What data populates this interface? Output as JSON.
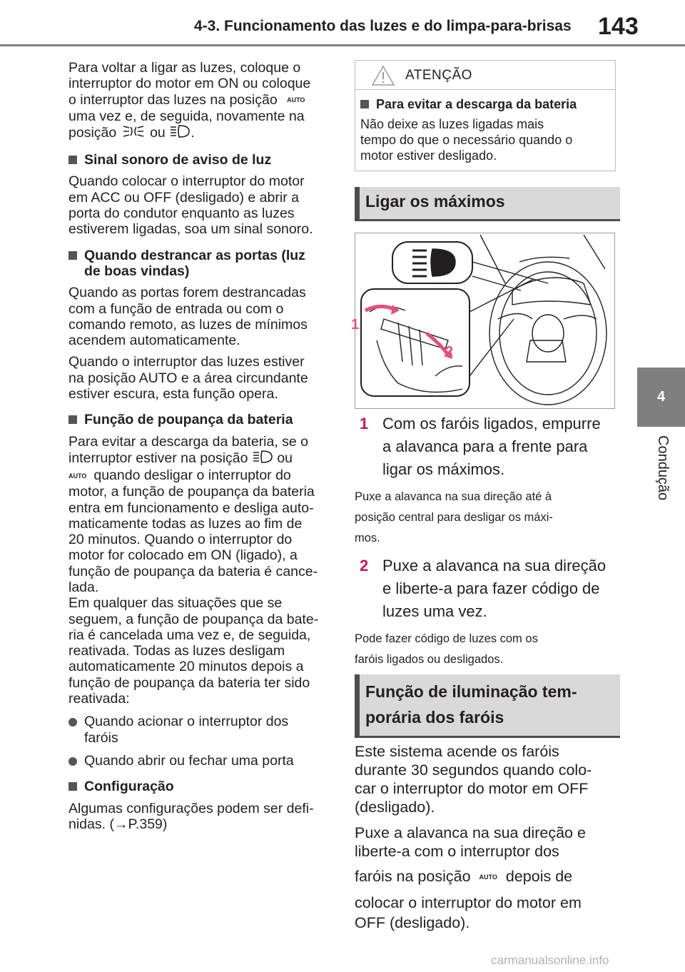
{
  "header": {
    "section_title": "4-3. Funcionamento das luzes e do limpa-para-brisas",
    "page_number": "143"
  },
  "side_tab": {
    "number": "4",
    "label": "Condução"
  },
  "left_column": {
    "intro": {
      "line1": "Para voltar a ligar as luzes, coloque o",
      "line2": "interruptor do motor em ON ou coloque",
      "line3": "o interruptor das luzes na posição",
      "line4": "uma vez e, de seguida, novamente na",
      "line5a": "posição",
      "line5b": "ou",
      "line5c": "."
    },
    "buzzer": {
      "heading": "Sinal sonoro de aviso de luz",
      "l1": "Quando colocar o interruptor do motor",
      "l2": "em ACC ou OFF (desligado) e abrir a",
      "l3": "porta do condutor enquanto as luzes",
      "l4": "estiverem ligadas, soa um sinal sonoro."
    },
    "welcome": {
      "heading_l1": "Quando destrancar as portas (luz",
      "heading_l2": "de boas vindas)",
      "p1_l1": "Quando as portas forem destrancadas",
      "p1_l2": "com a função de entrada ou com o",
      "p1_l3": "comando remoto, as luzes de mínimos",
      "p1_l4": "acendem automaticamente.",
      "p2_l1": "Quando o interruptor das luzes estiver",
      "p2_l2": "na posição AUTO e a área circundante",
      "p2_l3": "estiver escura, esta função opera."
    },
    "battery": {
      "heading": "Função de poupança da bateria",
      "l1": "Para evitar a descarga da bateria, se o",
      "l2a": "interruptor estiver na posição",
      "l2b": "ou",
      "l3": "quando desligar o interruptor do",
      "l4": "motor, a função de poupança da bateria",
      "l5": "entra em funcionamento e desliga auto-",
      "l6": "maticamente todas as luzes ao fim de",
      "l7": "20 minutos. Quando o interruptor do",
      "l8": "motor for colocado em ON (ligado), a",
      "l9": "função de poupança da bateria é cance-",
      "l10": "lada.",
      "l11": "Em qualquer das situações que se",
      "l12": "seguem, a função de poupança da bate-",
      "l13": "ria é cancelada uma vez e, de seguida,",
      "l14": "reativada. Todas as luzes desligam",
      "l15": "automaticamente 20 minutos depois a",
      "l16": "função de poupança da bateria ter sido",
      "l17": "reativada:",
      "bullet1_l1": "Quando acionar o interruptor dos",
      "bullet1_l2": "faróis",
      "bullet2": "Quando abrir ou fechar uma porta"
    },
    "config": {
      "heading": "Configuração",
      "l1": "Algumas configurações podem ser defi-",
      "l2": "nidas. (→P.359)"
    }
  },
  "right_column": {
    "warning": {
      "title": "ATENÇÃO",
      "heading": "Para evitar a descarga da bateria",
      "l1": "Não deixe as luzes ligadas mais",
      "l2": "tempo do que o necessário quando o",
      "l3": "motor estiver desligado."
    },
    "high_beam": {
      "title": "Ligar os máximos",
      "figure_labels": [
        "1",
        "2"
      ],
      "step1_num": "1",
      "step1_l1": "Com os faróis ligados, empurre",
      "step1_l2": "a alavanca para a frente para",
      "step1_l3": "ligar os máximos.",
      "note1_l1": "Puxe a alavanca na sua direção até à",
      "note1_l2": "posição central para desligar os máxi-",
      "note1_l3": "mos.",
      "step2_num": "2",
      "step2_l1": "Puxe a alavanca na sua direção",
      "step2_l2": "e liberte-a para fazer código de",
      "step2_l3": "luzes uma vez.",
      "note2_l1": "Pode fazer código de luzes com os",
      "note2_l2": "faróis ligados ou desligados."
    },
    "temp_light": {
      "title_l1": "Função de iluminação tem-",
      "title_l2": "porária dos faróis",
      "p1_l1": "Este sistema acende os faróis",
      "p1_l2": "durante 30 segundos quando colo-",
      "p1_l3": "car o interruptor do motor em OFF",
      "p1_l4": "(desligado).",
      "p2_l1": "Puxe a alavanca na sua direção e",
      "p2_l2": "liberte-a com o interruptor dos",
      "p2_l3a": "faróis na posição",
      "p2_l3b": "depois de",
      "p2_l4": "colocar o interruptor do motor em",
      "p2_l5": "OFF (desligado)."
    }
  },
  "icons": {
    "auto": "AUTO",
    "parking": "parking-light-icon",
    "headlight": "headlight-icon",
    "warning": "warning-triangle-icon"
  },
  "footer": {
    "watermark": "carmanualsonline.info"
  }
}
